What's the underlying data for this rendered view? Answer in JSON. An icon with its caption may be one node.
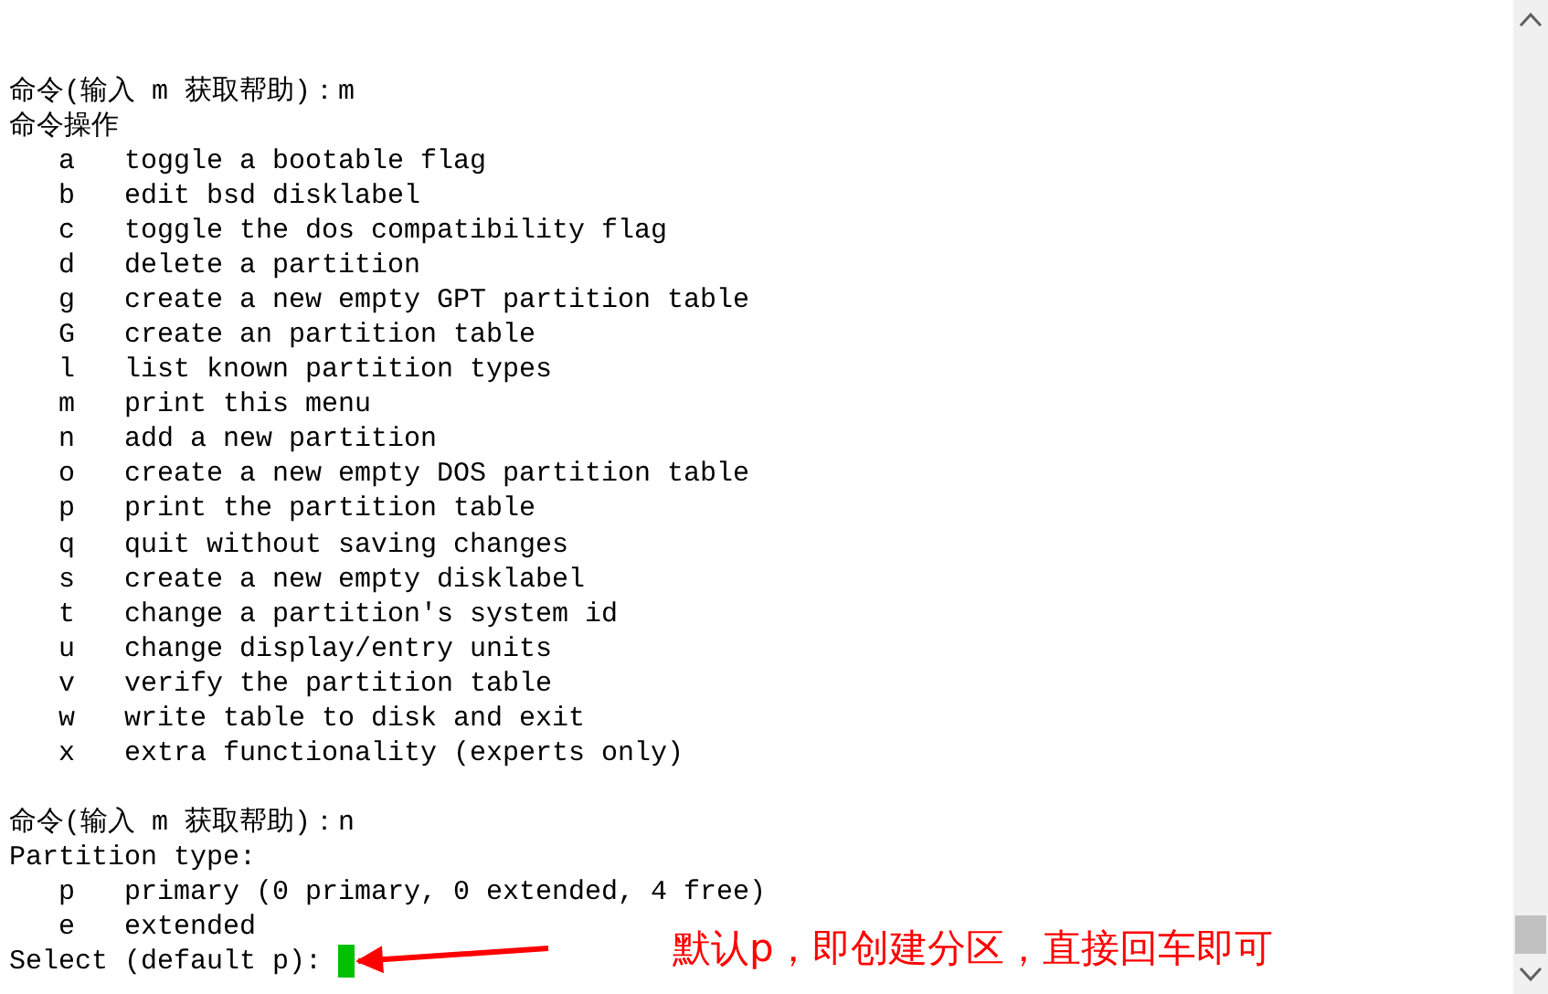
{
  "diagram": {
    "nodes": [
      {
        "text": [
          "默认p，即创建分区，直接回车即可"
        ]
      },
      {
        "text": [],
        "shape": "bar"
      }
    ],
    "edges": [
      {
        "from": 0,
        "to": 1,
        "arrow": "to",
        "color": "#ff0000"
      }
    ],
    "labels": [
      "命令(输入 m 获取帮助)：m",
      "命令操作",
      "a",
      "toggle a bootable flag",
      "b",
      "edit bsd disklabel",
      "c",
      "toggle the dos compatibility flag",
      "d",
      "delete a partition",
      "g",
      "create a new empty GPT partition table",
      "G",
      "create an partition table",
      "l",
      "list known partition types",
      "m",
      "print this menu",
      "n",
      "add a new partition",
      "o",
      "create a new empty DOS partition table",
      "p",
      "print the partition table",
      "q",
      "quit without saving changes",
      "s",
      "create a new empty disklabel",
      "t",
      "change a partition's system id",
      "u",
      "change display/entry units",
      "v",
      "verify the partition table",
      "w",
      "write table to disk and exit",
      "x",
      "extra functionality (experts only)",
      "命令(输入 m 获取帮助)：n",
      "Partition type:",
      "p",
      "primary (0 primary, 0 extended, 4 free)",
      "e",
      "extended",
      "Select (default p):"
    ]
  }
}
